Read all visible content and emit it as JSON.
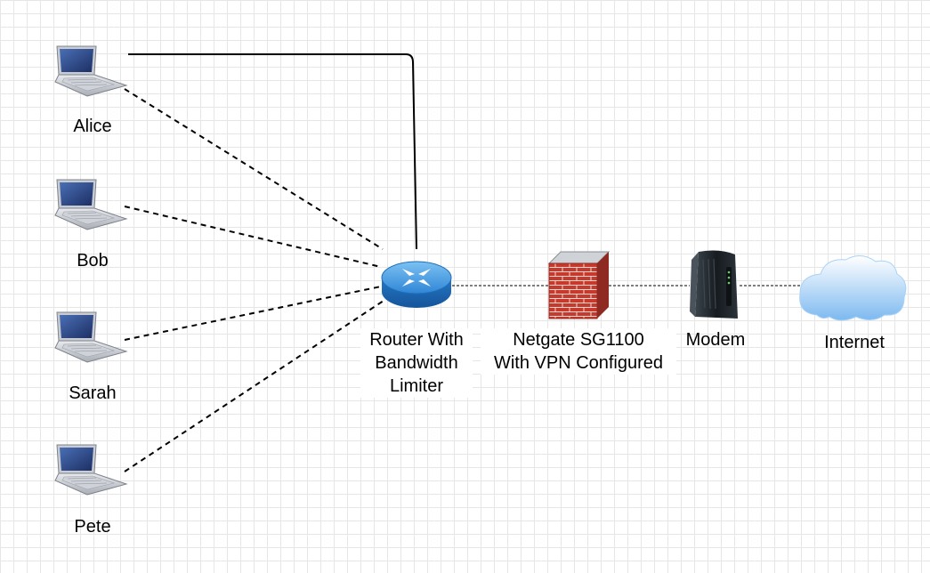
{
  "colors": {
    "grid": "#e6e6e6",
    "edge": "#000000",
    "edge_dotted": "#555555",
    "router": "#3a8fd8",
    "firewall": "#c0392b",
    "modem": "#1e252b",
    "cloud": "#8cc4f5"
  },
  "nodes": {
    "alice": {
      "label": "Alice",
      "icon": "laptop-icon"
    },
    "bob": {
      "label": "Bob",
      "icon": "laptop-icon"
    },
    "sarah": {
      "label": "Sarah",
      "icon": "laptop-icon"
    },
    "pete": {
      "label": "Pete",
      "icon": "laptop-icon"
    },
    "router": {
      "label_lines": [
        "Router With",
        "Bandwidth",
        "Limiter"
      ],
      "icon": "router-icon"
    },
    "firewall": {
      "label_lines": [
        "Netgate SG1100",
        "With VPN Configured"
      ],
      "icon": "firewall-icon"
    },
    "modem": {
      "label": "Modem",
      "icon": "modem-icon"
    },
    "internet": {
      "label": "Internet",
      "icon": "cloud-icon"
    }
  },
  "edges": [
    {
      "from": "alice",
      "to": "router",
      "style": "solid"
    },
    {
      "from": "alice",
      "to": "router",
      "style": "dashed"
    },
    {
      "from": "bob",
      "to": "router",
      "style": "dashed"
    },
    {
      "from": "sarah",
      "to": "router",
      "style": "dashed"
    },
    {
      "from": "pete",
      "to": "router",
      "style": "dashed"
    },
    {
      "from": "router",
      "to": "firewall",
      "style": "dotted"
    },
    {
      "from": "firewall",
      "to": "modem",
      "style": "dotted"
    },
    {
      "from": "modem",
      "to": "internet",
      "style": "dotted"
    }
  ]
}
